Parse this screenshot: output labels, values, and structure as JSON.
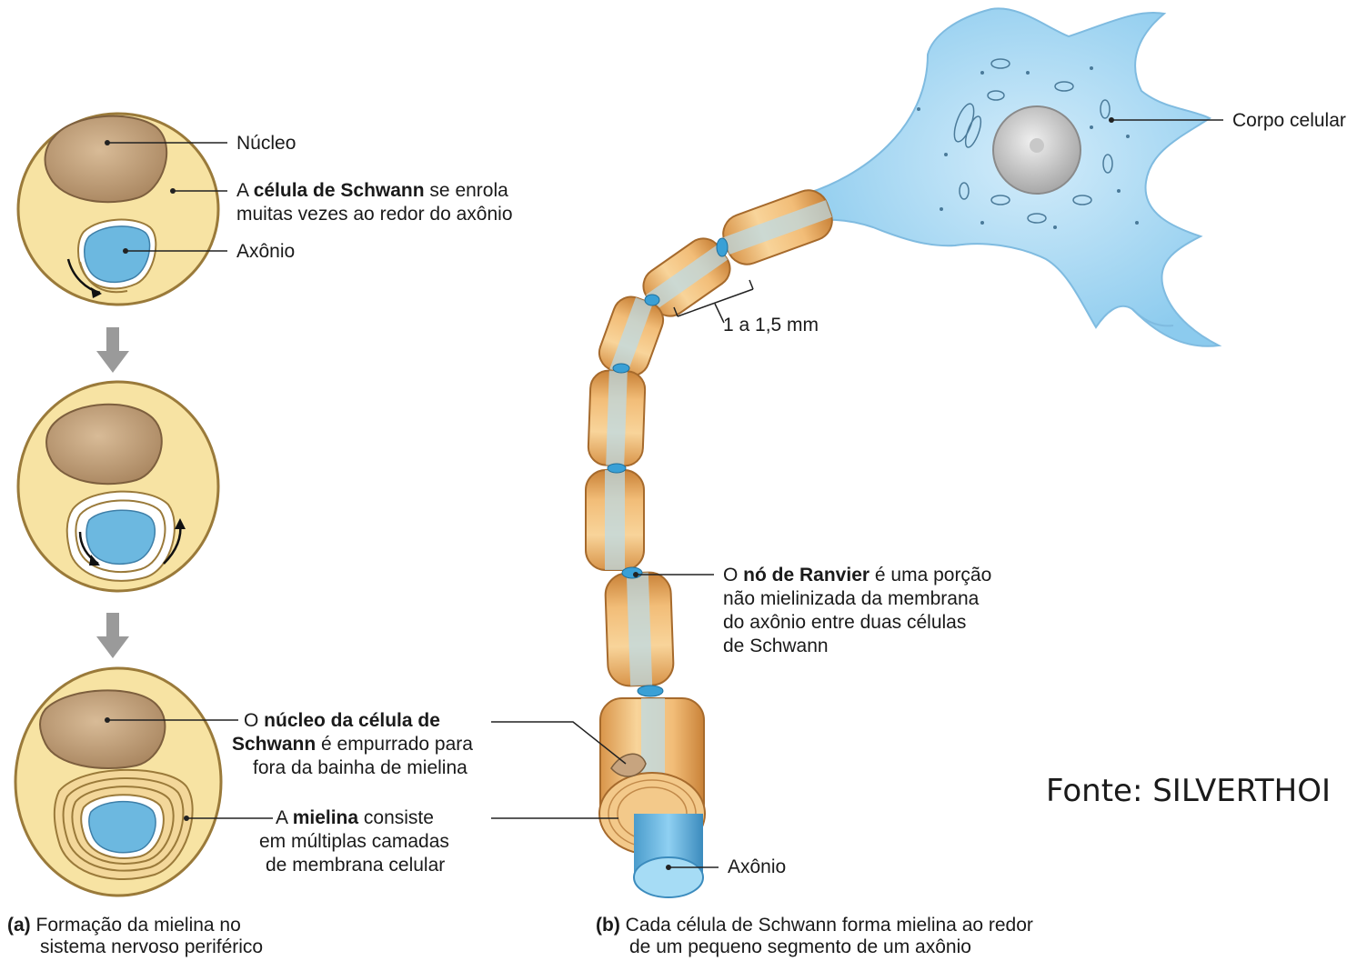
{
  "panel_a": {
    "step1": {
      "nucleus": "Núcleo",
      "schwann_pre": "A ",
      "schwann_bold": "célula de Schwann",
      "schwann_post": " se enrola",
      "schwann_line2": "muitas vezes ao redor do axônio",
      "axon": "Axônio"
    },
    "step3": {
      "nucleus_pre": "O ",
      "nucleus_bold1": "núcleo da célula de",
      "nucleus_bold2": "Schwann",
      "nucleus_post": " é empurrado para",
      "nucleus_line3": "fora da bainha de mielina",
      "myelin_pre": "A ",
      "myelin_bold": "mielina",
      "myelin_post": " consiste",
      "myelin_line2": "em múltiplas camadas",
      "myelin_line3": "de membrana celular"
    },
    "caption_tag": "(a)",
    "caption_line1": " Formação da mielina no",
    "caption_line2": "sistema nervoso periférico"
  },
  "panel_b": {
    "cell_body": "Corpo celular",
    "segment_length": "1 a 1,5 mm",
    "ranvier_pre": "O ",
    "ranvier_bold": "nó de Ranvier",
    "ranvier_post": " é uma porção",
    "ranvier_line2": "não mielinizada da membrana",
    "ranvier_line3": "do axônio entre duas células",
    "ranvier_line4": "de Schwann",
    "axon": "Axônio",
    "caption_tag": "(b)",
    "caption_line1": " Cada célula de Schwann forma mielina ao redor",
    "caption_line2": "de um pequeno segmento de um axônio"
  },
  "source": "Fonte: SILVERTHOI",
  "colors": {
    "schwann_fill": "#f7e3a3",
    "schwann_stroke": "#9a7a3a",
    "nucleus_fill": "#c7a47f",
    "axon_fill": "#6cb8e0",
    "sheath_fill": "#f2c07b",
    "neuron_fill": "#a9d8f2",
    "arrow_gray": "#9a9a9a"
  }
}
